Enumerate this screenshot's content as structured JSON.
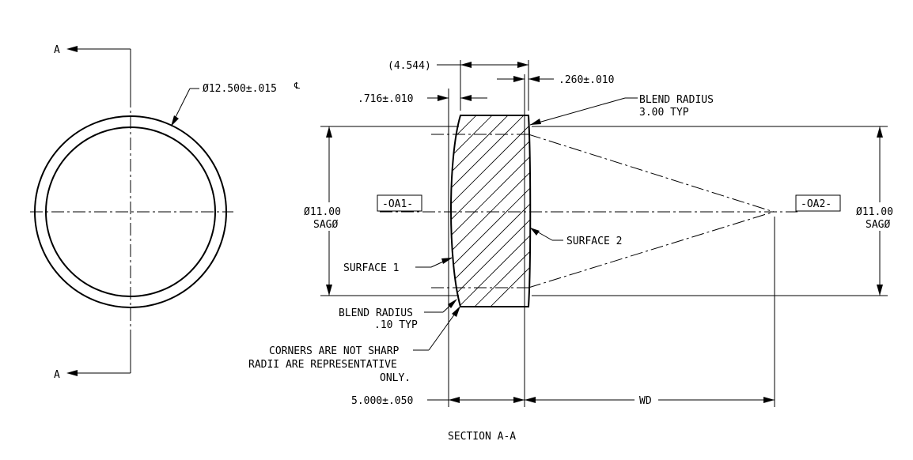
{
  "section_marker": "A",
  "outer_diameter_label": "Ø12.500±.015",
  "outer_diameter_symbol": "℄",
  "overall_dim_label": "(4.544)",
  "edge_thickness_label": ".260±.010",
  "sag_label": ".716±.010",
  "blend_radius_top": {
    "line1": "BLEND RADIUS",
    "line2": "3.00 TYP"
  },
  "datum_left": "-OA1-",
  "datum_right": "-OA2-",
  "sag_diam_left": {
    "line1": "Ø11.00",
    "line2": "SAGØ"
  },
  "sag_diam_right": {
    "line1": "Ø11.00",
    "line2": "SAGØ"
  },
  "surface_1": "SURFACE 1",
  "surface_2": "SURFACE 2",
  "blend_radius_bottom": {
    "line1": "BLEND RADIUS",
    "line2": ".10 TYP"
  },
  "corners_note": {
    "line1": "CORNERS ARE NOT SHARP",
    "line2": "RADII ARE REPRESENTATIVE",
    "line3": "ONLY."
  },
  "center_thickness_label": "5.000±.050",
  "working_distance_label": "WD",
  "section_title": "SECTION A-A"
}
